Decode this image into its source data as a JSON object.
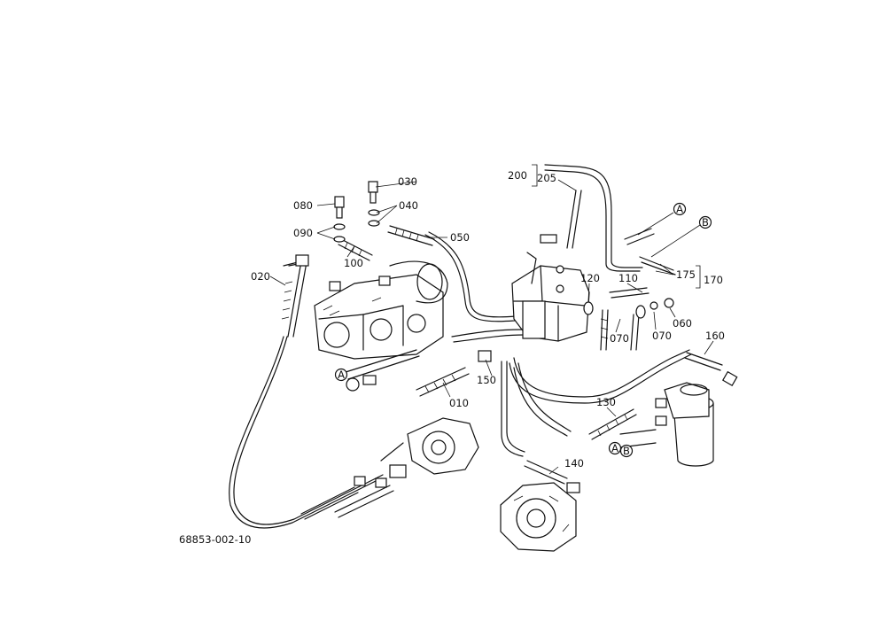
{
  "drawing_code": "68853-002-10",
  "callouts": {
    "c010": "010",
    "c020": "020",
    "c030": "030",
    "c040": "040",
    "c050": "050",
    "c060": "060",
    "c070a": "070",
    "c070b": "070",
    "c080": "080",
    "c090": "090",
    "c100": "100",
    "c110": "110",
    "c120": "120",
    "c130": "130",
    "c140": "140",
    "c150": "150",
    "c160": "160",
    "c170": "170",
    "c175": "175",
    "c200": "200",
    "c205": "205"
  },
  "markers": {
    "a_top": "A",
    "b_top": "B",
    "a_left": "A",
    "a_bottom": "A",
    "b_bottom": "B"
  }
}
